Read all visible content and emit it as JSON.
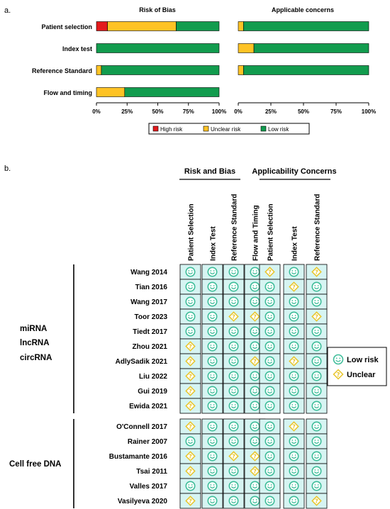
{
  "colors": {
    "high": "#e31a1c",
    "unclear": "#fec325",
    "low": "#129c4e",
    "cell_bg": "#d6f4f2",
    "low_face": "#3dbd99",
    "unclear_sym": "#e8c52a"
  },
  "chart_data": [
    {
      "type": "bar",
      "panel_label": "a.",
      "title": "Risk of Bias",
      "categories": [
        "Patient selection",
        "Index test",
        "Reference Standard",
        "Flow and timing"
      ],
      "series": [
        {
          "name": "High risk",
          "values": [
            9,
            0,
            0,
            0
          ]
        },
        {
          "name": "Unclear risk",
          "values": [
            56,
            0,
            4,
            23
          ]
        },
        {
          "name": "Low risk",
          "values": [
            35,
            100,
            96,
            77
          ]
        }
      ],
      "xlim": [
        0,
        100
      ],
      "xticks": [
        "0%",
        "25%",
        "50%",
        "75%",
        "100%"
      ]
    },
    {
      "type": "bar",
      "title": "Applicable concerns",
      "categories": [
        "Patient selection",
        "Index test",
        "Reference Standard",
        "Flow and timing"
      ],
      "series": [
        {
          "name": "High risk",
          "values": [
            0,
            0,
            0
          ]
        },
        {
          "name": "Unclear risk",
          "values": [
            4,
            12,
            4
          ]
        },
        {
          "name": "Low risk",
          "values": [
            96,
            88,
            96
          ]
        }
      ],
      "xlim": [
        0,
        100
      ],
      "xticks": [
        "0%",
        "25%",
        "50%",
        "75%",
        "100%"
      ]
    },
    {
      "type": "table",
      "panel_label": "b.",
      "group_titles": [
        "Risk and Bias",
        "Applicability Concerns"
      ],
      "rob_columns": [
        "Patient Selection",
        "Index Test",
        "Reference Standard",
        "Flow and Timing"
      ],
      "app_columns": [
        "Patient Selection",
        "Index Test",
        "Reference Standard"
      ],
      "groups": [
        {
          "label_lines": [
            "miRNA",
            "lncRNA",
            "circRNA"
          ],
          "rows": [
            0,
            1,
            2,
            3,
            4,
            5,
            6,
            7,
            8,
            9
          ]
        },
        {
          "label_lines": [
            "Cell free DNA"
          ],
          "rows": [
            10,
            11,
            12,
            13,
            14,
            15
          ]
        }
      ],
      "rows": [
        {
          "study": "Wang 2014",
          "rob": [
            "L",
            "L",
            "L",
            "L"
          ],
          "app": [
            "U",
            "L",
            "U"
          ]
        },
        {
          "study": "Tian 2016",
          "rob": [
            "L",
            "L",
            "L",
            "L"
          ],
          "app": [
            "L",
            "U",
            "L"
          ]
        },
        {
          "study": "Wang 2017",
          "rob": [
            "L",
            "L",
            "L",
            "L"
          ],
          "app": [
            "L",
            "L",
            "L"
          ]
        },
        {
          "study": "Toor 2023",
          "rob": [
            "L",
            "L",
            "U",
            "U"
          ],
          "app": [
            "L",
            "L",
            "U"
          ]
        },
        {
          "study": "Tiedt 2017",
          "rob": [
            "L",
            "L",
            "L",
            "L"
          ],
          "app": [
            "L",
            "L",
            "L"
          ]
        },
        {
          "study": "Zhou 2021",
          "rob": [
            "U",
            "L",
            "L",
            "L"
          ],
          "app": [
            "L",
            "L",
            "L"
          ]
        },
        {
          "study": "AdlySadik 2021",
          "rob": [
            "U",
            "L",
            "L",
            "U"
          ],
          "app": [
            "L",
            "U",
            "L"
          ]
        },
        {
          "study": "Liu 2022",
          "rob": [
            "U",
            "L",
            "L",
            "L"
          ],
          "app": [
            "L",
            "L",
            "L"
          ]
        },
        {
          "study": "Gui 2019",
          "rob": [
            "U",
            "L",
            "L",
            "L"
          ],
          "app": [
            "L",
            "L",
            "L"
          ]
        },
        {
          "study": "Ewida 2021",
          "rob": [
            "U",
            "L",
            "L",
            "L"
          ],
          "app": [
            "L",
            "L",
            "L"
          ]
        },
        {
          "study": "O'Connell 2017",
          "rob": [
            "U",
            "L",
            "L",
            "L"
          ],
          "app": [
            "L",
            "U",
            "L"
          ]
        },
        {
          "study": "Rainer 2007",
          "rob": [
            "L",
            "L",
            "L",
            "L"
          ],
          "app": [
            "L",
            "L",
            "L"
          ]
        },
        {
          "study": "Bustamante 2016",
          "rob": [
            "U",
            "L",
            "U",
            "U"
          ],
          "app": [
            "L",
            "L",
            "L"
          ]
        },
        {
          "study": "Tsai 2011",
          "rob": [
            "U",
            "L",
            "L",
            "U"
          ],
          "app": [
            "L",
            "L",
            "L"
          ]
        },
        {
          "study": "Valles 2017",
          "rob": [
            "L",
            "L",
            "L",
            "L"
          ],
          "app": [
            "L",
            "L",
            "L"
          ]
        },
        {
          "study": "Vasilyeva 2020",
          "rob": [
            "U",
            "L",
            "L",
            "L"
          ],
          "app": [
            "L",
            "L",
            "U"
          ]
        }
      ],
      "legend": [
        {
          "code": "L",
          "label": "Low risk"
        },
        {
          "code": "U",
          "label": "Unclear"
        }
      ]
    }
  ]
}
